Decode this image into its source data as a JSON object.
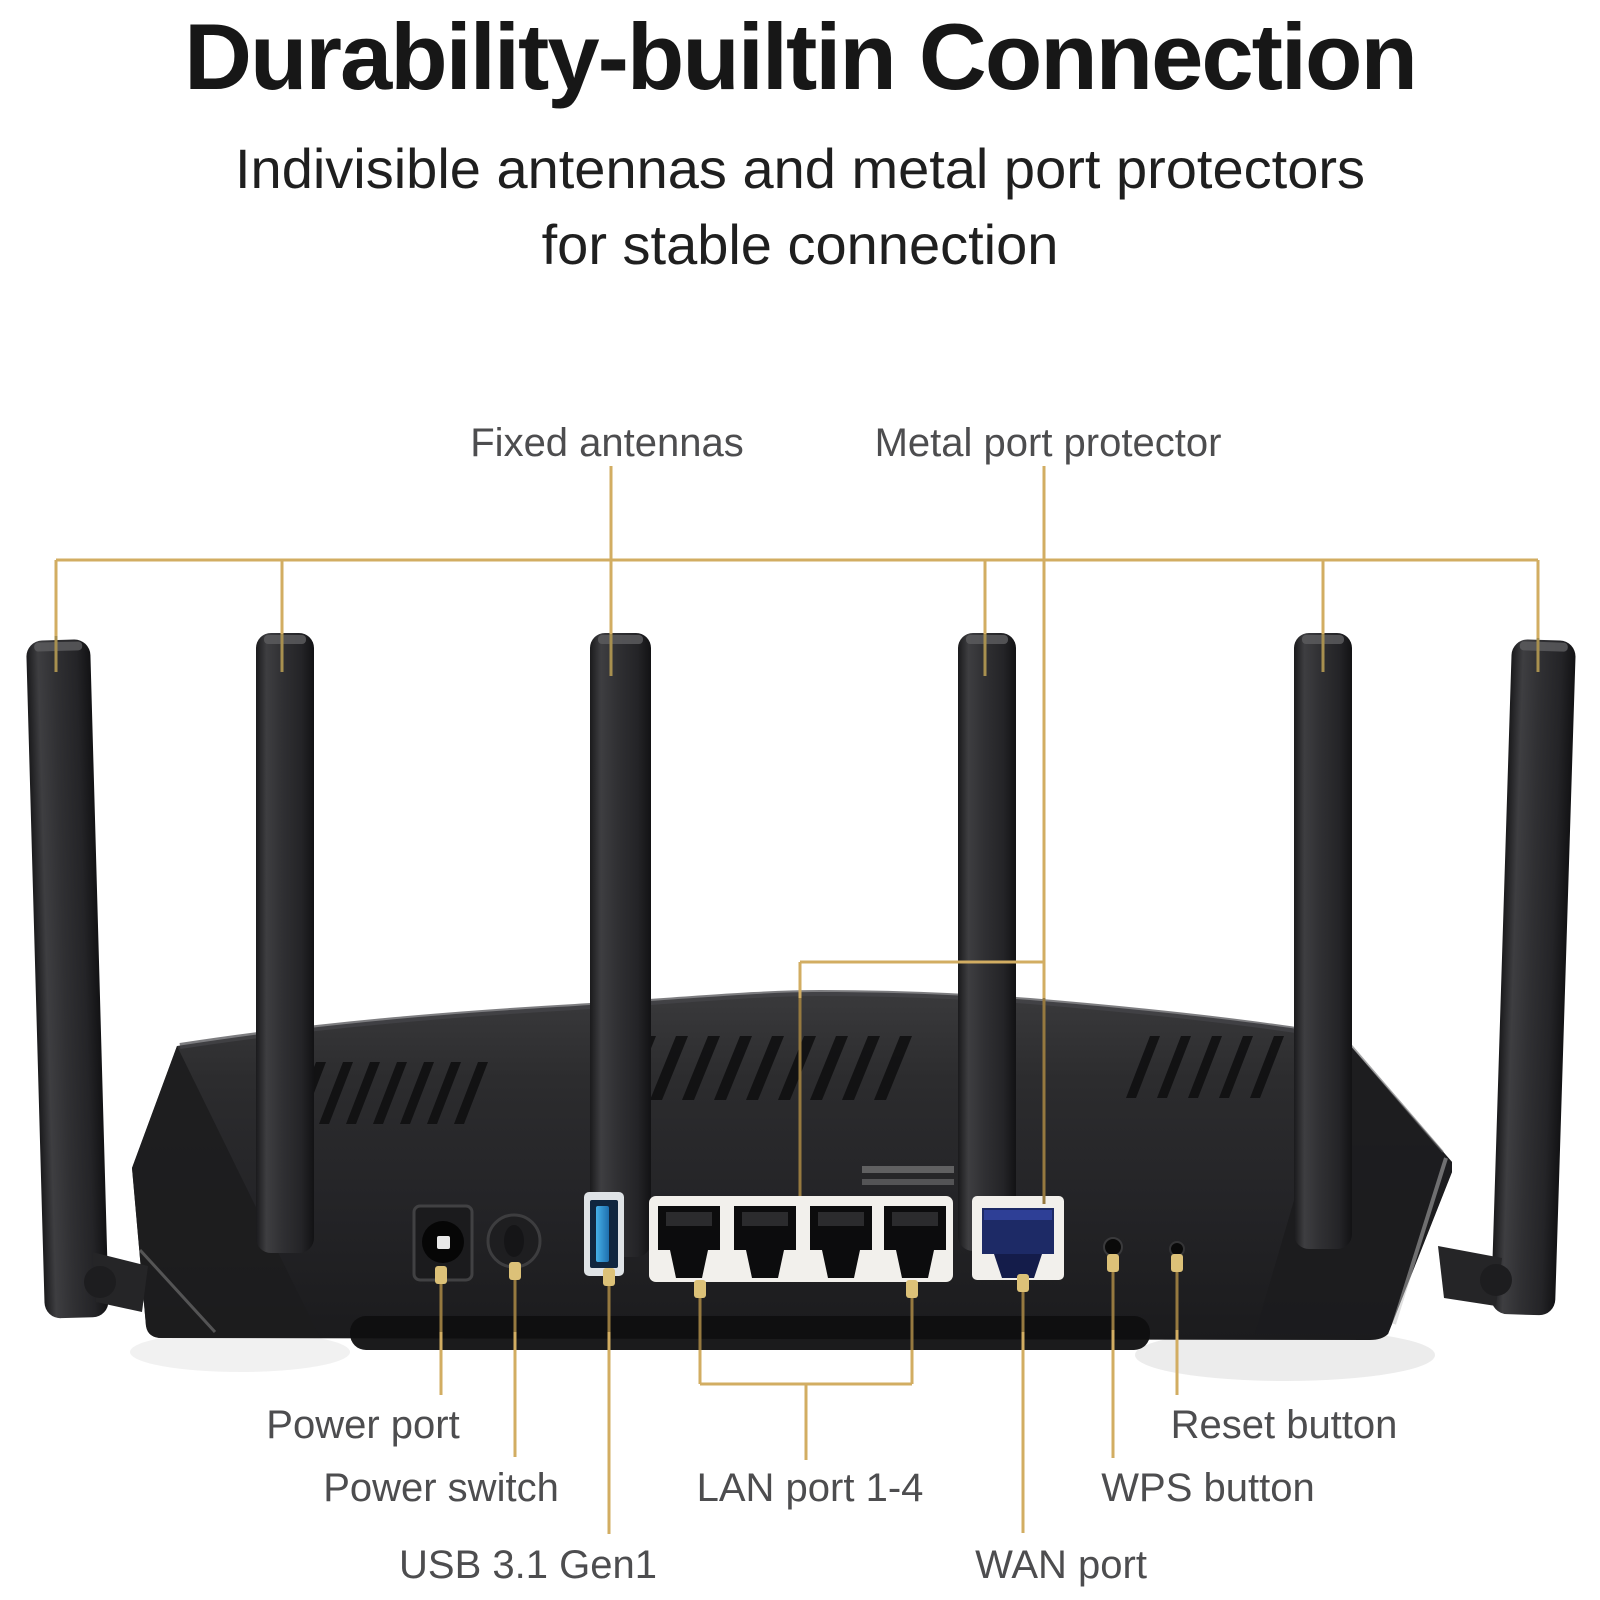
{
  "header": {
    "title": "Durability-builtin Connection",
    "subtitle_line1": "Indivisible antennas and metal port protectors",
    "subtitle_line2": "for stable connection"
  },
  "callouts": {
    "fixed_antennas": "Fixed antennas",
    "metal_port_protector": "Metal port protector",
    "power_port": "Power port",
    "power_switch": "Power switch",
    "usb_port": "USB 3.1 Gen1",
    "lan_ports": "LAN port 1-4",
    "wan_port": "WAN port",
    "wps_button": "WPS button",
    "reset_button": "Reset button"
  },
  "device": {
    "type": "wireless-router-rear-view",
    "antenna_count": 6,
    "lan_port_count": 4
  },
  "colors": {
    "background": "#ffffff",
    "callout_line": "#d2ad62",
    "callout_line_over_body": "#96793f",
    "title_text": "#171717",
    "label_text": "#4d4d4f",
    "router_body": "#262628",
    "port_protector_white": "#f2f0ec",
    "wan_navy": "#1d2a66",
    "usb_blue": "#2f9ad6"
  }
}
